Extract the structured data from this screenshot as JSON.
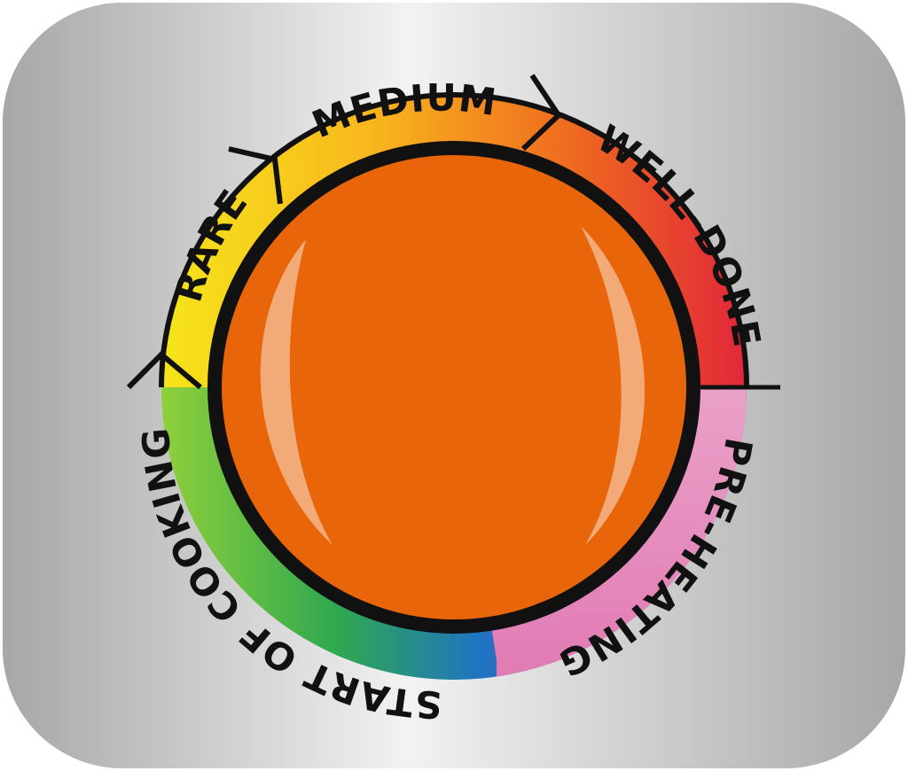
{
  "indicator": {
    "stages": [
      {
        "label": "RARE"
      },
      {
        "label": "MEDIUM"
      },
      {
        "label": "WELL-DONE"
      },
      {
        "label": "PRE-HEATING"
      },
      {
        "label": "START OF COOKING"
      }
    ],
    "colors": {
      "panel_light": "#f2f2f2",
      "panel_dark": "#a7a7a7",
      "outline": "#111111",
      "light_center": "#e8650a",
      "yellow": "#f5e51a",
      "amber": "#f9b81e",
      "orange": "#ee6a1f",
      "red": "#e2273a",
      "pink_light": "#f4c8dc",
      "pink": "#e17ab4",
      "violet": "#6b4fa6",
      "blue": "#1f73c4",
      "green": "#2fa84f",
      "lime": "#8fd03a"
    }
  }
}
